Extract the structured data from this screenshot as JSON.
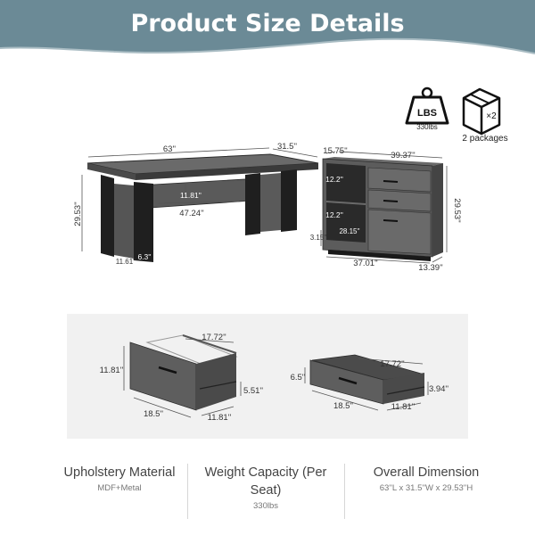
{
  "header": {
    "title": "Product Size Details"
  },
  "badges": {
    "weight_icon_text": "LBS",
    "weight_value": "330lbs",
    "package_icon_text": "×2",
    "package_caption": "2 packages"
  },
  "desk": {
    "length": "63''",
    "depth": "31.5''",
    "height": "29.53''",
    "inner_width": "47.24''",
    "shelf_height": "11.81''",
    "leg_width": "11.61''",
    "leg_thickness": "6.3''"
  },
  "cabinet": {
    "depth_top": "15.75''",
    "width_top": "39.37''",
    "height": "29.53''",
    "shelf_upper": "12.2''",
    "shelf_lower": "12.2''",
    "inner_width": "28.15''",
    "base": "3.15''",
    "width_bottom": "37.01''",
    "depth_bottom": "13.39''"
  },
  "file_drawer": {
    "width": "17.72''",
    "height": "11.81''",
    "front_height": "5.51''",
    "length": "18.5''",
    "depth": "11.81''"
  },
  "small_drawer": {
    "width": "17.72''",
    "height": "6.5''",
    "front_height": "3.94''",
    "length": "18.5''",
    "depth": "11.81''"
  },
  "specs": [
    {
      "title": "Upholstery Material",
      "value": "MDF+Metal"
    },
    {
      "title": "Weight Capacity (Per Seat)",
      "value": "330lbs"
    },
    {
      "title": "Overall Dimension",
      "value": "63''L x 31.5''W x 29.53''H"
    }
  ],
  "colors": {
    "banner": "#6b8a96",
    "wood": "#555555",
    "wood_dark": "#3e3e3e",
    "metal": "#1e1e1e"
  }
}
